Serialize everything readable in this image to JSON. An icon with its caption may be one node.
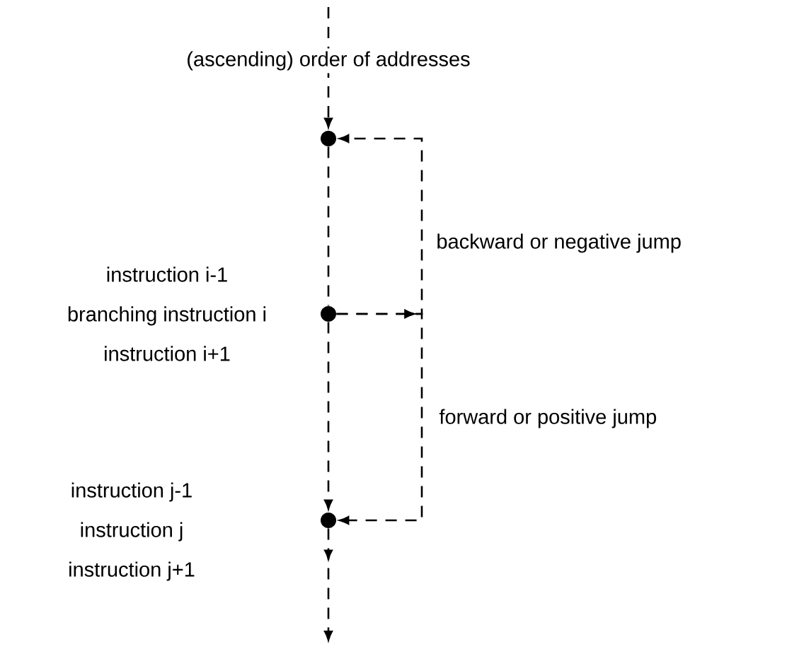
{
  "diagram": {
    "nodes": [
      {
        "text": [],
        "shape": "circle"
      },
      {
        "text": [],
        "shape": "circle",
        "beside": [
          "instruction i-1",
          "branching instruction i",
          "instruction i+1"
        ]
      },
      {
        "text": [],
        "shape": "circle",
        "beside": [
          "instruction j-1",
          "instruction j",
          "instruction j+1"
        ]
      }
    ],
    "edges": [
      {
        "from": null,
        "to": 0,
        "arrow": "to",
        "style": "dashed",
        "label": "(ascending) order of addresses"
      },
      {
        "from": 0,
        "to": 1,
        "arrow": "none",
        "style": "dashed"
      },
      {
        "from": 1,
        "to": 2,
        "arrow": "to",
        "style": "dashed"
      },
      {
        "from": 2,
        "to": null,
        "arrow": "to",
        "style": "dashed"
      },
      {
        "from": 1,
        "to": 0,
        "arrow": "to",
        "style": "dashed",
        "label": "backward or negative jump"
      },
      {
        "from": 1,
        "to": 2,
        "arrow": "to",
        "style": "dashed",
        "label": "forward or positive jump"
      }
    ]
  }
}
